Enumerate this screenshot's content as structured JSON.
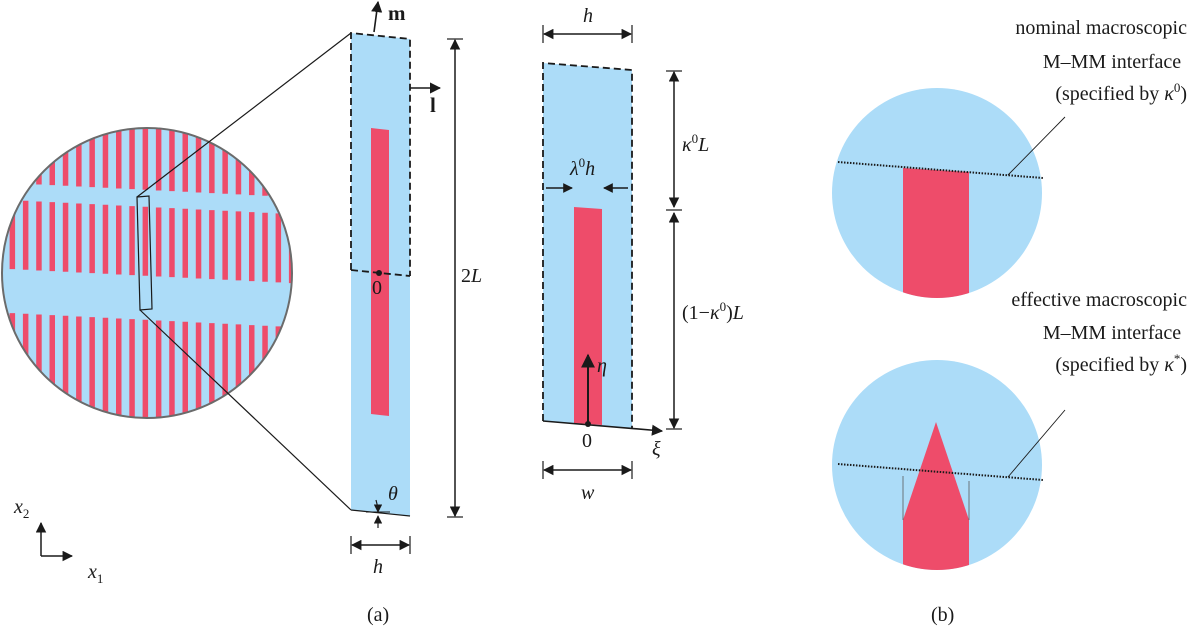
{
  "colors": {
    "matrix": "#acdcf8",
    "inclusion": "#ee4c6a",
    "stroke": "#1a1a1a",
    "circle_border": "#6b6b6b"
  },
  "labels": {
    "m_vec": "m",
    "l_vec": "l",
    "two_L": "2",
    "two_L_sym": "L",
    "origin_a": "0",
    "theta": "θ",
    "h_bottom": "h",
    "h_top": "h",
    "kappa_top_sym": "κ",
    "kappa_top_sup": "0",
    "kappa_top_L": "L",
    "kappa_bot_open": "(1−",
    "kappa_bot_sym": "κ",
    "kappa_bot_sup": "0",
    "kappa_bot_close": ")",
    "kappa_bot_L": "L",
    "lambda_sym": "λ",
    "lambda_sup": "0",
    "lambda_h": "h",
    "eta": "η",
    "xi": "ξ",
    "origin_cell": "0",
    "w": "w",
    "x2": "x",
    "x2_sub": "2",
    "x1": "x",
    "x1_sub": "1",
    "caption_a": "(a)",
    "caption_b": "(b)"
  },
  "interfaces": {
    "nominal_line1": "nominal macroscopic",
    "nominal_line2": "M–MM interface",
    "nominal_line3_pre": "(specified by ",
    "nominal_sym": "κ",
    "nominal_sup": "0",
    "nominal_line3_post": ")",
    "effective_line1": "effective macroscopic",
    "effective_line2": "M–MM interface",
    "effective_line3_pre": "(specified by ",
    "effective_sym": "κ",
    "effective_sup": "*",
    "effective_line3_post": ")"
  }
}
